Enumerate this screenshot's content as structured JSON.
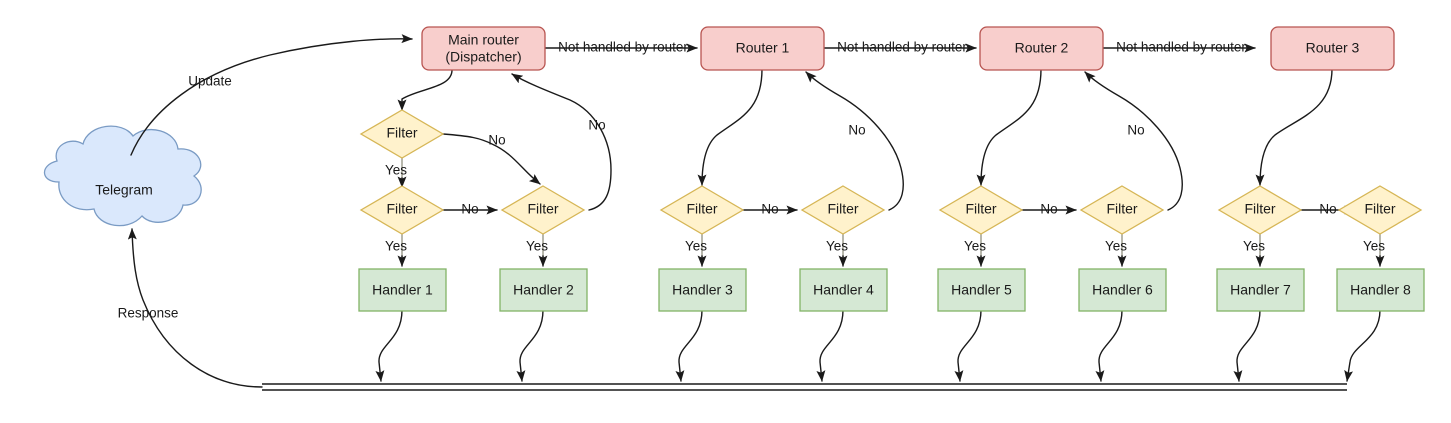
{
  "diagram": {
    "title": "Telegram bot update routing flow",
    "colors": {
      "router_fill": "#f8cecc",
      "router_stroke": "#b85450",
      "filter_fill": "#fff2cc",
      "filter_stroke": "#d6b656",
      "handler_fill": "#d5e8d4",
      "handler_stroke": "#82b366",
      "cloud_fill": "#dae8fc",
      "cloud_stroke": "#7a9bc4",
      "line": "#1a1a1a",
      "background": "#ffffff"
    },
    "cloud": {
      "label": "Telegram"
    },
    "routers": [
      {
        "id": "main",
        "line1": "Main router",
        "line2": "(Dispatcher)"
      },
      {
        "id": "r1",
        "line1": "Router 1",
        "line2": ""
      },
      {
        "id": "r2",
        "line1": "Router 2",
        "line2": ""
      },
      {
        "id": "r3",
        "line1": "Router 3",
        "line2": ""
      }
    ],
    "filters": [
      {
        "id": "f1",
        "label": "Filter"
      },
      {
        "id": "f2",
        "label": "Filter"
      },
      {
        "id": "f3",
        "label": "Filter"
      },
      {
        "id": "f4",
        "label": "Filter"
      },
      {
        "id": "f5",
        "label": "Filter"
      },
      {
        "id": "f6",
        "label": "Filter"
      },
      {
        "id": "f7",
        "label": "Filter"
      },
      {
        "id": "f8",
        "label": "Filter"
      },
      {
        "id": "f9",
        "label": "Filter"
      },
      {
        "id": "f10",
        "label": "Filter"
      }
    ],
    "handlers": [
      {
        "id": "h1",
        "label": "Handler 1"
      },
      {
        "id": "h2",
        "label": "Handler 2"
      },
      {
        "id": "h3",
        "label": "Handler 3"
      },
      {
        "id": "h4",
        "label": "Handler 4"
      },
      {
        "id": "h5",
        "label": "Handler 5"
      },
      {
        "id": "h6",
        "label": "Handler 6"
      },
      {
        "id": "h7",
        "label": "Handler 7"
      },
      {
        "id": "h8",
        "label": "Handler 8"
      }
    ],
    "edge_labels": {
      "update": "Update",
      "response": "Response",
      "not_handled": "Not handled by router",
      "yes": "Yes",
      "no": "No"
    },
    "edges": [
      {
        "from": "telegram",
        "to": "main",
        "label": "Update"
      },
      {
        "from": "main",
        "to": "r1",
        "label": "Not handled by router"
      },
      {
        "from": "r1",
        "to": "r2",
        "label": "Not handled by router"
      },
      {
        "from": "r2",
        "to": "r3",
        "label": "Not handled by router"
      },
      {
        "from": "main",
        "to": "f1",
        "label": ""
      },
      {
        "from": "f1",
        "to": "f2",
        "label": "Yes"
      },
      {
        "from": "f1",
        "to": "f3",
        "label": "No"
      },
      {
        "from": "f2",
        "to": "f3",
        "label": "No"
      },
      {
        "from": "f2",
        "to": "h1",
        "label": "Yes"
      },
      {
        "from": "f3",
        "to": "main",
        "label": "No"
      },
      {
        "from": "f3",
        "to": "h2",
        "label": "Yes"
      },
      {
        "from": "r1",
        "to": "f4",
        "label": ""
      },
      {
        "from": "f4",
        "to": "f5",
        "label": "No"
      },
      {
        "from": "f4",
        "to": "h3",
        "label": "Yes"
      },
      {
        "from": "f5",
        "to": "r1",
        "label": "No"
      },
      {
        "from": "f5",
        "to": "h4",
        "label": "Yes"
      },
      {
        "from": "r2",
        "to": "f6",
        "label": ""
      },
      {
        "from": "f6",
        "to": "f7",
        "label": "No"
      },
      {
        "from": "f6",
        "to": "h5",
        "label": "Yes"
      },
      {
        "from": "f7",
        "to": "r2",
        "label": "No"
      },
      {
        "from": "f7",
        "to": "h6",
        "label": "Yes"
      },
      {
        "from": "r3",
        "to": "f8",
        "label": ""
      },
      {
        "from": "f8",
        "to": "f9",
        "label": "No"
      },
      {
        "from": "f8",
        "to": "h7",
        "label": "Yes"
      },
      {
        "from": "f9",
        "to": "h8",
        "label": "Yes"
      },
      {
        "from": "handlers",
        "to": "response-bus",
        "label": ""
      },
      {
        "from": "response-bus",
        "to": "telegram",
        "label": "Response"
      }
    ]
  }
}
